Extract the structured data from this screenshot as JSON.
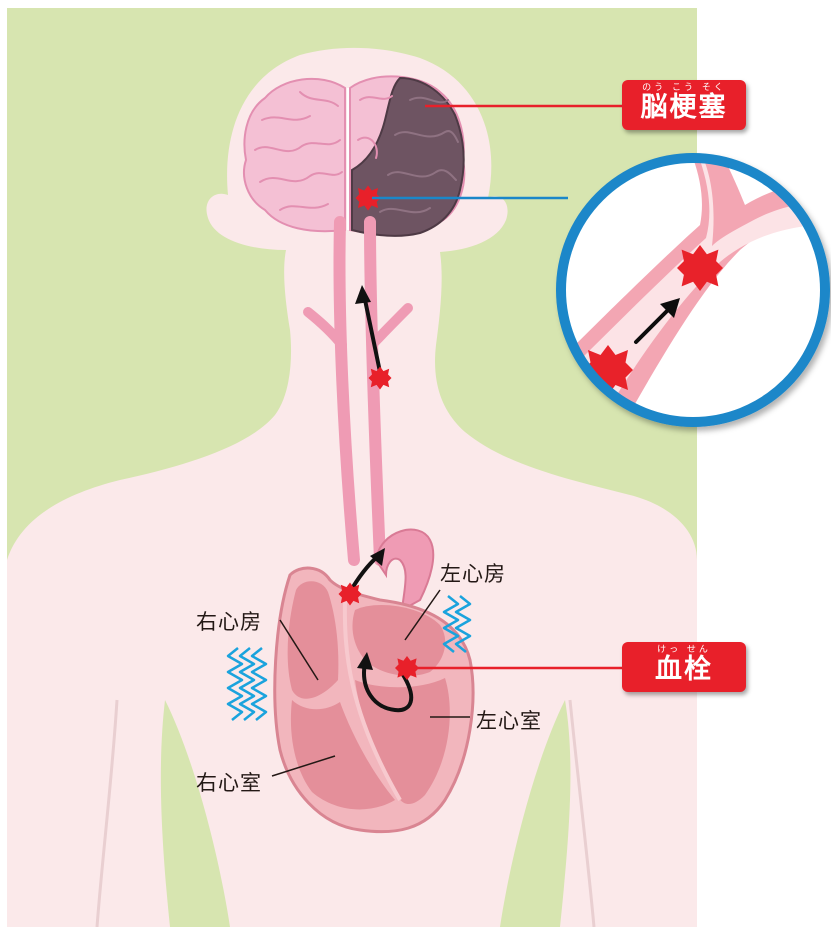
{
  "colors": {
    "background": "#d7e5b0",
    "body": "#fbe9ea",
    "vessel": "#ef9bb4",
    "brain": "#f4c0d4",
    "infarct": "#6e5462",
    "heart": "#e48f9a",
    "clot": "#e8202a",
    "lens_ring": "#1a87c9",
    "tremor": "#1aa3dd",
    "badge": "#e8202a"
  },
  "badges": {
    "stroke": {
      "ruby": "のう こう そく",
      "text": "脳梗塞"
    },
    "clot": {
      "ruby": "けっ せん",
      "text": "血栓"
    }
  },
  "labels": {
    "left_atrium": "左心房",
    "right_atrium": "右心房",
    "left_ventricle": "左心室",
    "right_ventricle": "右心室"
  },
  "icons": {
    "clot": "blood-clot-icon",
    "arrow": "flow-arrow-icon",
    "tremor": "tremor-zigzag-icon"
  }
}
